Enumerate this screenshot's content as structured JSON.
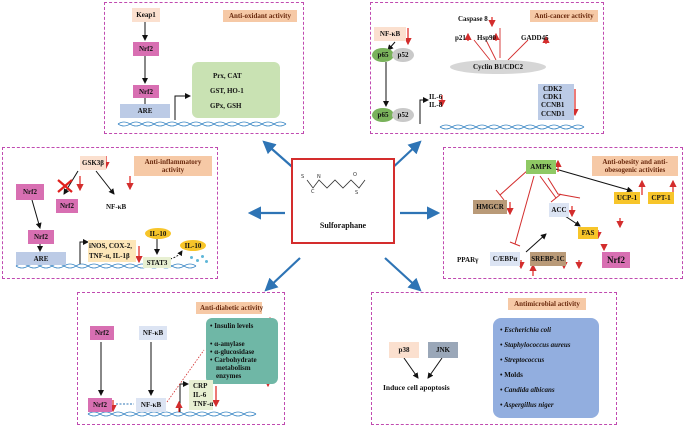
{
  "center": {
    "label": "Sulforaphane"
  },
  "antioxidant": {
    "title": "Anti-oxidant activity",
    "keap1": "Keap1",
    "nrf2a": "Nrf2",
    "nrf2b": "Nrf2",
    "are": "ARE",
    "l1": "Prx, CAT",
    "l2": "GST, HO-1",
    "l3": "GPx, GSH"
  },
  "anticancer": {
    "title": "Anti-cancer activity",
    "nfkb": "NF-κB",
    "p65": "p65",
    "p52": "p52",
    "p65b": "p65",
    "p52b": "p52",
    "il6": "IL-6",
    "il8": "IL-8",
    "casp": "Caspase 8",
    "p21": "p21",
    "hsp": "Hsp90",
    "gadd": "GADD45",
    "cyclin": "Cyclin B1/CDC2",
    "cdk2": "CDK2",
    "cdk1": "CDK1",
    "ccnb1": "CCNB1",
    "ccnd1": "CCND1"
  },
  "antiinflammatory": {
    "title": "Anti-inflammatory activity",
    "gsk": "GSK3β",
    "nrf2a": "Nrf2",
    "nrf2b": "Nrf2",
    "nrf2c": "Nrf2",
    "nfkb": "NF-κB",
    "are": "ARE",
    "l1": "iNOS, COX-2,",
    "l2": "TNF-α, IL-1β",
    "il10a": "IL-10",
    "il10b": "IL-10",
    "stat3": "STAT3"
  },
  "antiobesity": {
    "title": "Anti-obesity and anti-obesogenic activities",
    "ampk": "AMPK",
    "hmgcr": "HMGCR",
    "acc": "ACC",
    "fas": "FAS",
    "ucp": "UCP-1",
    "cpt": "CPT-1",
    "pparg": "PPARγ",
    "cebpa": "C/EBPα",
    "srebp": "SREBP-1C",
    "nrf2": "Nrf2"
  },
  "antidiabetic": {
    "title": "Anti-diabetic activity",
    "nrf2a": "Nrf2",
    "nrf2b": "Nrf2",
    "nfkba": "NF-κB",
    "nfkbb": "NF-κB",
    "i1": "Insulin levels",
    "i2": "α-amylase",
    "i3": "α-glucosidase",
    "i4": "Carbohydrate",
    "i5": "metabolism",
    "i6": "enzymes",
    "crp": "CRP",
    "il6": "IL-6",
    "tnf": "TNF-α"
  },
  "antimicrobial": {
    "title": "Antimicrobial activity",
    "p38": "p38",
    "jnk": "JNK",
    "apop": "Induce cell apoptosis",
    "m1": "Escherichia coli",
    "m2": "Staphylococcus aureus",
    "m3": "Streptococcus",
    "m4": "Molds",
    "m5": "Candida albicans",
    "m6": "Aspergillus niger"
  },
  "colors": {
    "up": "#e0201c",
    "down": "#e0201c",
    "arrow": "#2e74b5",
    "border": "#c04ab0"
  }
}
